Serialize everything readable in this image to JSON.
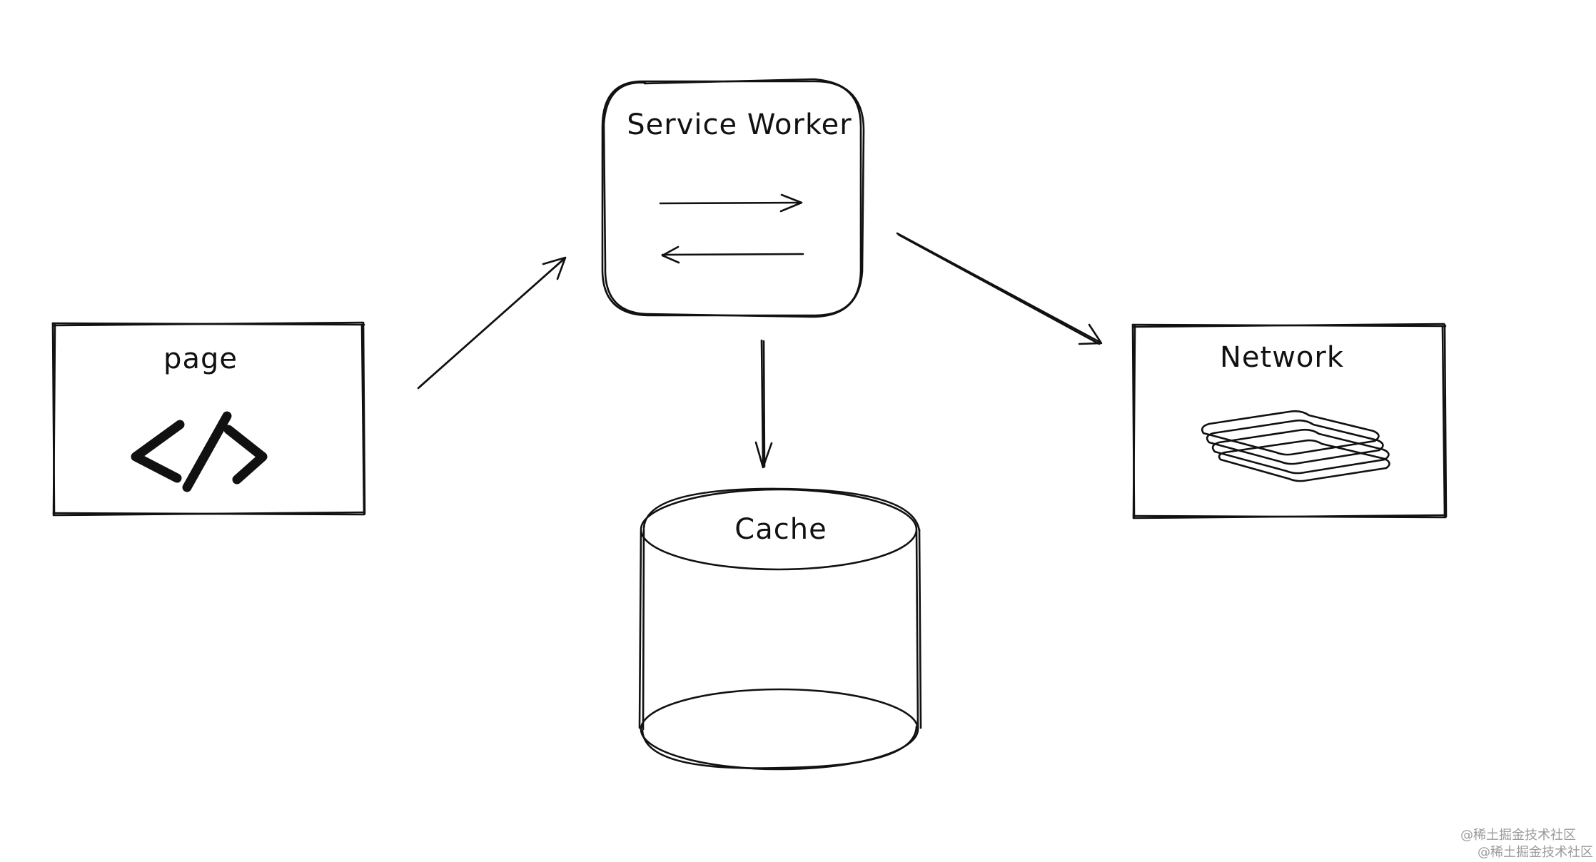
{
  "nodes": {
    "page": {
      "label": "page",
      "icon": "code-brackets-icon"
    },
    "service_worker": {
      "label": "Service Worker",
      "icon": "bidirectional-arrows-icon"
    },
    "cache": {
      "label": "Cache",
      "icon": "cylinder-database-icon"
    },
    "network": {
      "label": "Network",
      "icon": "stacked-layers-icon"
    }
  },
  "edges": [
    {
      "from": "page",
      "to": "service_worker"
    },
    {
      "from": "service_worker",
      "to": "cache"
    },
    {
      "from": "service_worker",
      "to": "network"
    }
  ],
  "colors": {
    "stroke": "#111111",
    "background": "#ffffff",
    "watermark": "#9a9a9a"
  },
  "watermark": {
    "line1": "@稀土掘金技术社区",
    "line2": "@稀土掘金技术社区"
  }
}
